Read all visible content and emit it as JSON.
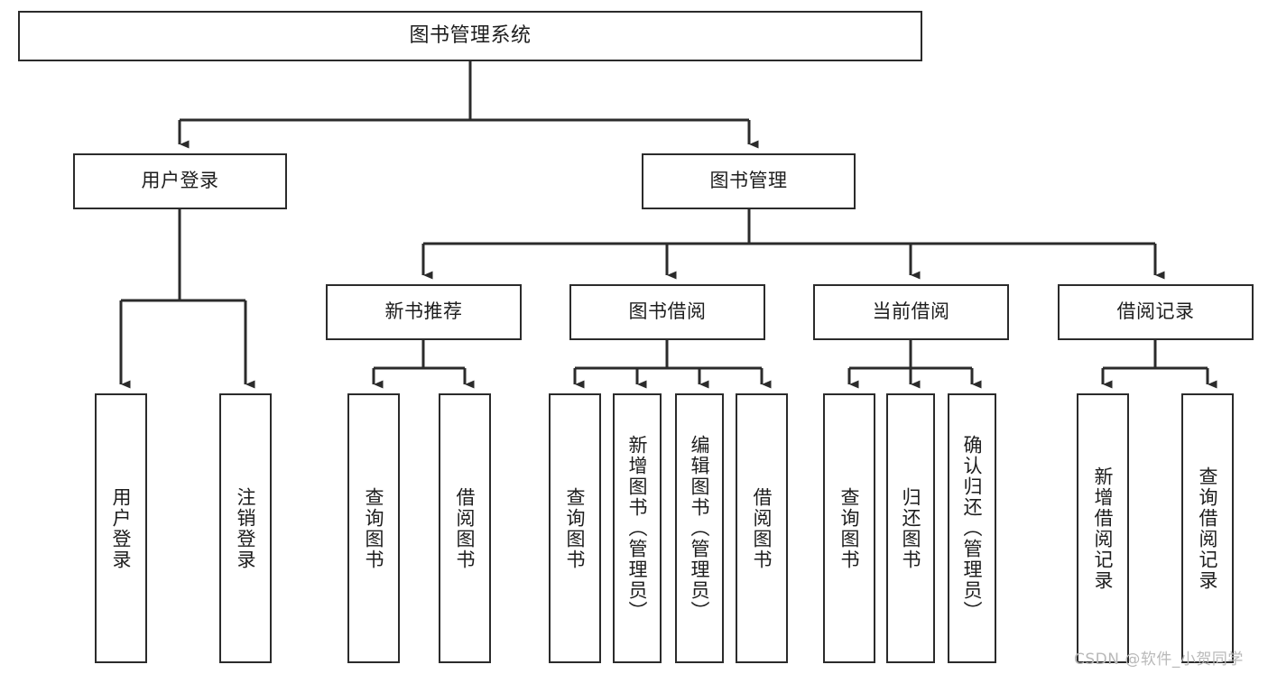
{
  "diagram": {
    "title": "图书管理系统",
    "type": "hierarchy-tree",
    "orientation": "top-down",
    "line_color": "#2b2b2b",
    "box_fill": "#ffffff",
    "text_color": "#1d1d1d",
    "levels": [
      {
        "level": 1,
        "nodes": [
          {
            "id": "root",
            "label": "图书管理系统",
            "text_direction": "horizontal"
          }
        ]
      },
      {
        "level": 2,
        "nodes": [
          {
            "id": "user-login",
            "label": "用户登录",
            "text_direction": "horizontal",
            "parent": "root"
          },
          {
            "id": "book-manage",
            "label": "图书管理",
            "text_direction": "horizontal",
            "parent": "root"
          }
        ]
      },
      {
        "level": 3,
        "nodes": [
          {
            "id": "new-book-recommend",
            "label": "新书推荐",
            "text_direction": "horizontal",
            "parent": "book-manage"
          },
          {
            "id": "book-borrow",
            "label": "图书借阅",
            "text_direction": "horizontal",
            "parent": "book-manage"
          },
          {
            "id": "current-borrow",
            "label": "当前借阅",
            "text_direction": "horizontal",
            "parent": "book-manage"
          },
          {
            "id": "borrow-record",
            "label": "借阅记录",
            "text_direction": "horizontal",
            "parent": "book-manage"
          }
        ]
      },
      {
        "level": 4,
        "nodes": [
          {
            "id": "leaf-user-login",
            "label": "用户登录",
            "text_direction": "vertical",
            "parent": "user-login"
          },
          {
            "id": "leaf-logout-login",
            "label": "注销登录",
            "text_direction": "vertical",
            "parent": "user-login"
          },
          {
            "id": "leaf-query-book-1",
            "label": "查询图书",
            "text_direction": "vertical",
            "parent": "new-book-recommend"
          },
          {
            "id": "leaf-borrow-book-1",
            "label": "借阅图书",
            "text_direction": "vertical",
            "parent": "new-book-recommend"
          },
          {
            "id": "leaf-query-book-2",
            "label": "查询图书",
            "text_direction": "vertical",
            "parent": "book-borrow"
          },
          {
            "id": "leaf-add-book",
            "label": "新增图书（管理员）",
            "text_direction": "vertical",
            "parent": "book-borrow"
          },
          {
            "id": "leaf-edit-book",
            "label": "编辑图书（管理员）",
            "text_direction": "vertical",
            "parent": "book-borrow"
          },
          {
            "id": "leaf-borrow-book-2",
            "label": "借阅图书",
            "text_direction": "vertical",
            "parent": "book-borrow"
          },
          {
            "id": "leaf-query-book-3",
            "label": "查询图书",
            "text_direction": "vertical",
            "parent": "current-borrow"
          },
          {
            "id": "leaf-return-book",
            "label": "归还图书",
            "text_direction": "vertical",
            "parent": "current-borrow"
          },
          {
            "id": "leaf-confirm-return",
            "label": "确认归还（管理员）",
            "text_direction": "vertical",
            "parent": "current-borrow"
          },
          {
            "id": "leaf-add-record",
            "label": "新增借阅记录",
            "text_direction": "vertical",
            "parent": "borrow-record"
          },
          {
            "id": "leaf-query-record",
            "label": "查询借阅记录",
            "text_direction": "vertical",
            "parent": "borrow-record"
          }
        ]
      }
    ]
  },
  "watermark": {
    "text": "CSDN @软件_小贺同学"
  }
}
